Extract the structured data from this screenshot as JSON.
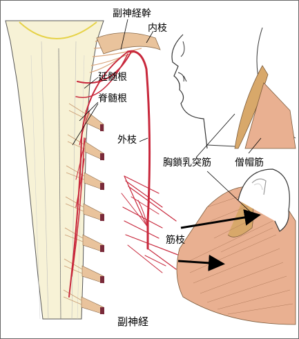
{
  "labels": {
    "accessory_trunk": "副神経幹",
    "internal_branch": "内枝",
    "cranial_root": "延髄根",
    "spinal_root": "脊髄根",
    "external_branch": "外枝",
    "sternocleidomastoid": "胸鎖乳突筋",
    "trapezius": "僧帽筋",
    "muscular_branch": "筋枝",
    "caption": "副神経"
  },
  "colors": {
    "nerve": "#c8283c",
    "spinal_cord": "#f7f2d6",
    "muscle": "#e9b091",
    "root_fiber": "#d9a47a",
    "arrow": "#000000"
  },
  "icons": {
    "arrow_sternocleidomastoid": "arrow-right-icon",
    "arrow_trapezius": "arrow-right-icon"
  }
}
